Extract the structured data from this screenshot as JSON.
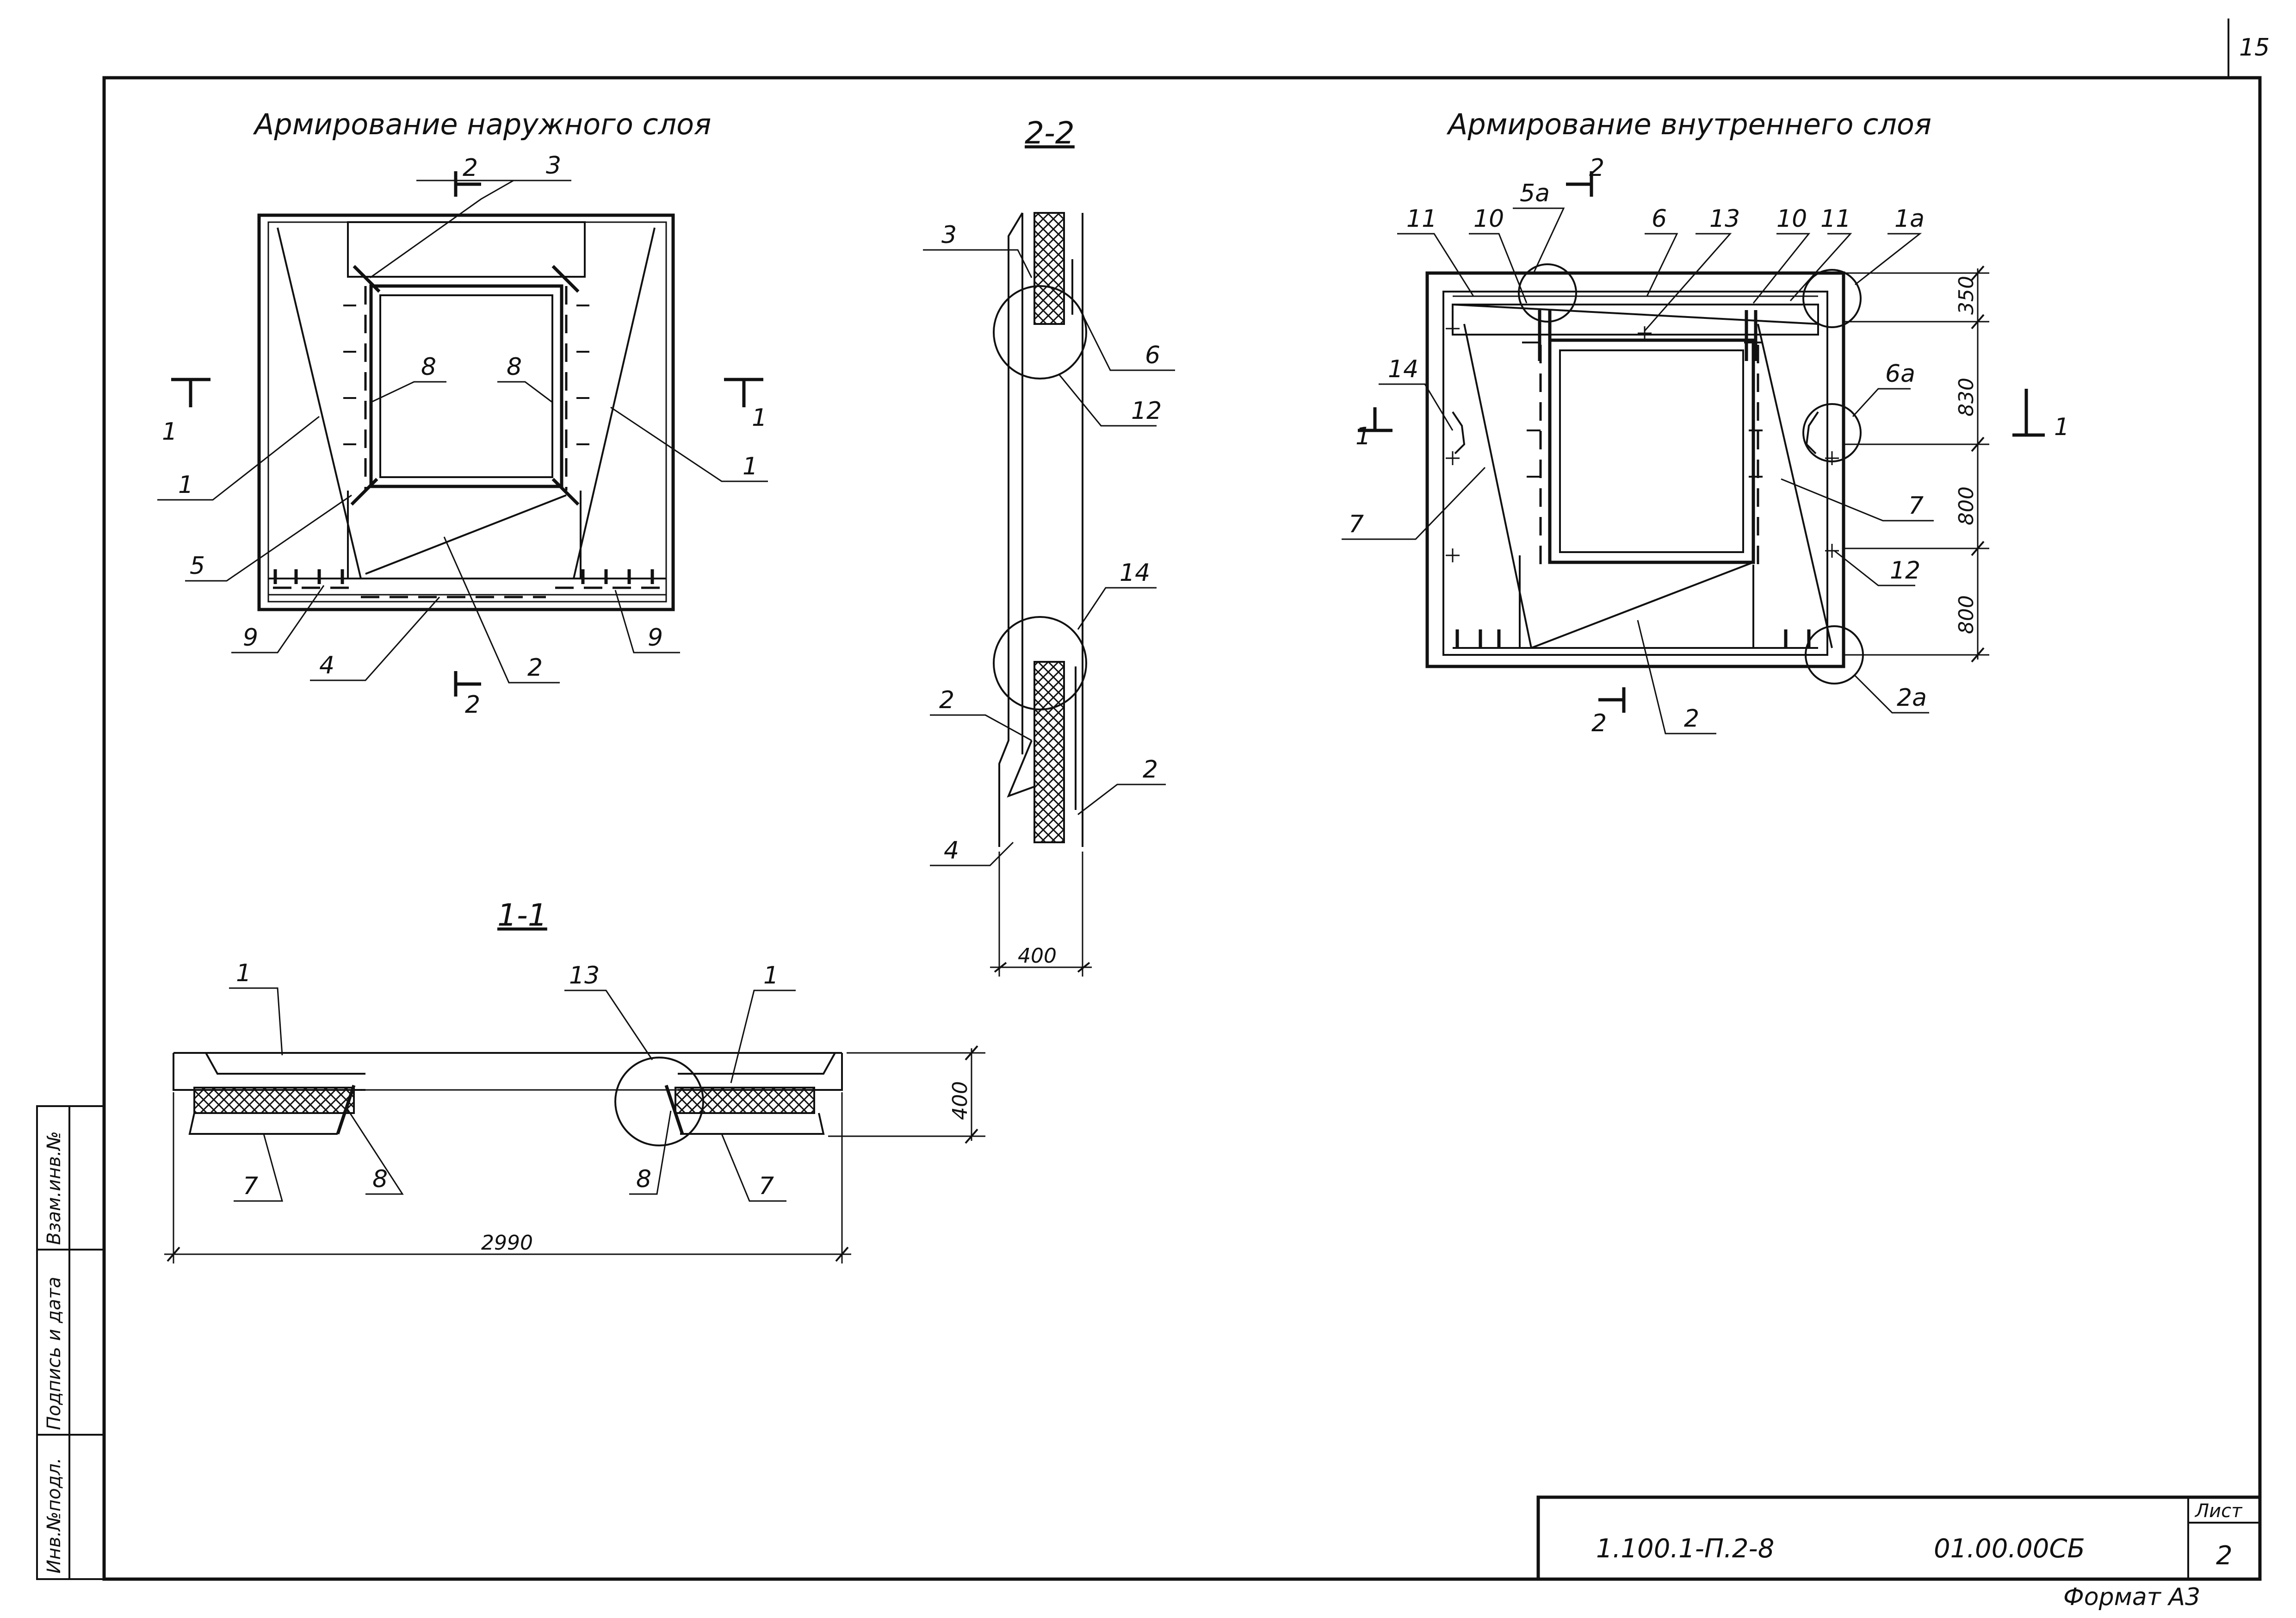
{
  "drawing": {
    "sheet_corner_number": "15",
    "views": {
      "outer": {
        "title": "Армирование наружного слоя",
        "section_marks": [
          "2",
          "2",
          "1",
          "1"
        ]
      },
      "inner": {
        "title": "Армирование внутреннего слоя",
        "section_marks": [
          "2",
          "2",
          "1",
          "1"
        ]
      },
      "section_22": {
        "title": "2-2"
      },
      "section_11": {
        "title": "1-1"
      }
    },
    "outer_labels": [
      "3",
      "8",
      "8",
      "1",
      "1",
      "5",
      "9",
      "4",
      "2",
      "9"
    ],
    "section22_labels": [
      "3",
      "6",
      "12",
      "14",
      "2",
      "2",
      "4"
    ],
    "inner_labels": [
      "11",
      "10",
      "5а",
      "6",
      "13",
      "10",
      "11",
      "1а",
      "14",
      "6а",
      "7",
      "7",
      "12",
      "2",
      "2а"
    ],
    "section11_labels": [
      "1",
      "13",
      "1",
      "7",
      "8",
      "8",
      "7"
    ],
    "dimensions": {
      "inner_350": "350",
      "inner_830": "830",
      "inner_800a": "800",
      "inner_800b": "800",
      "section22_400": "400",
      "section11_400": "400",
      "section11_2990": "2990"
    },
    "stamp_fields": [
      "Инв.№подл.",
      "Подпись и дата",
      "Взам.инв.№"
    ],
    "title_block": {
      "code": "1.100.1-П.2-8",
      "doc": "01.00.00СБ",
      "sheet_label": "Лист",
      "sheet_number": "2",
      "format": "Формат А3"
    }
  }
}
